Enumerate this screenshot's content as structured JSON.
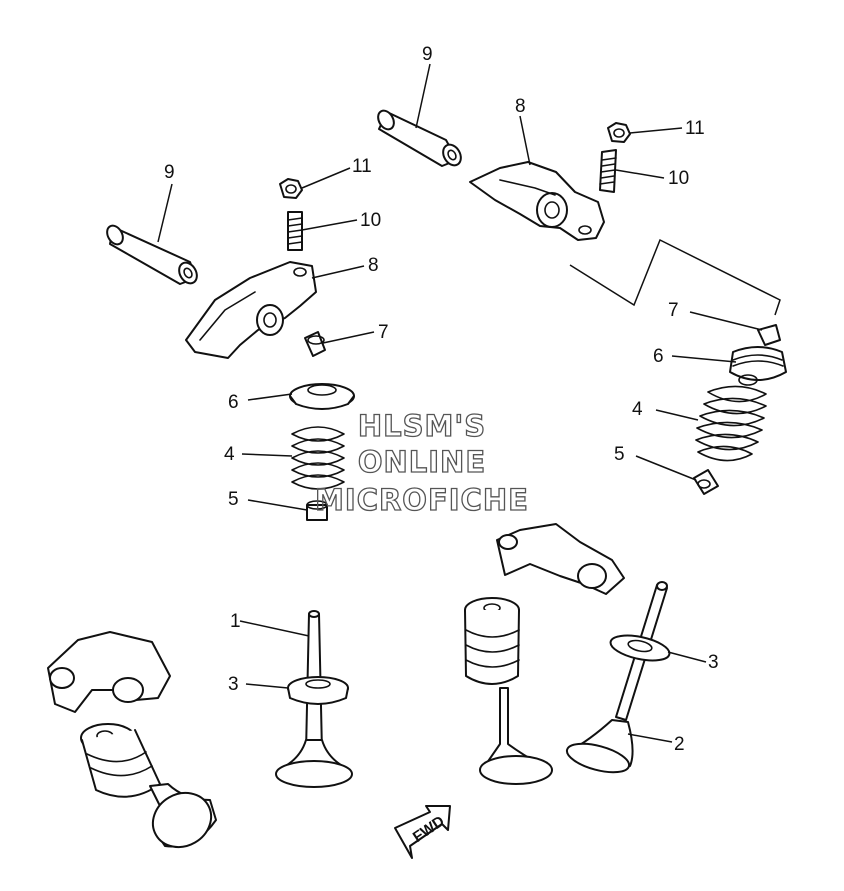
{
  "callouts": {
    "c9a": "9",
    "c8a": "8",
    "c11a": "11",
    "c10a": "10",
    "c9b": "9",
    "c11b": "11",
    "c10b": "10",
    "c8b": "8",
    "c7a": "7",
    "c6a": "6",
    "c4a": "4",
    "c5a": "5",
    "c7b": "7",
    "c6b": "6",
    "c4b": "4",
    "c5b": "5",
    "c1": "1",
    "c3a": "3",
    "c3b": "3",
    "c2": "2"
  },
  "watermark": {
    "line1": "HLSM'S",
    "line2": "ONLINE",
    "line3": "MICROFICHE",
    "color": "#555555"
  },
  "fwd_label": "FWD"
}
